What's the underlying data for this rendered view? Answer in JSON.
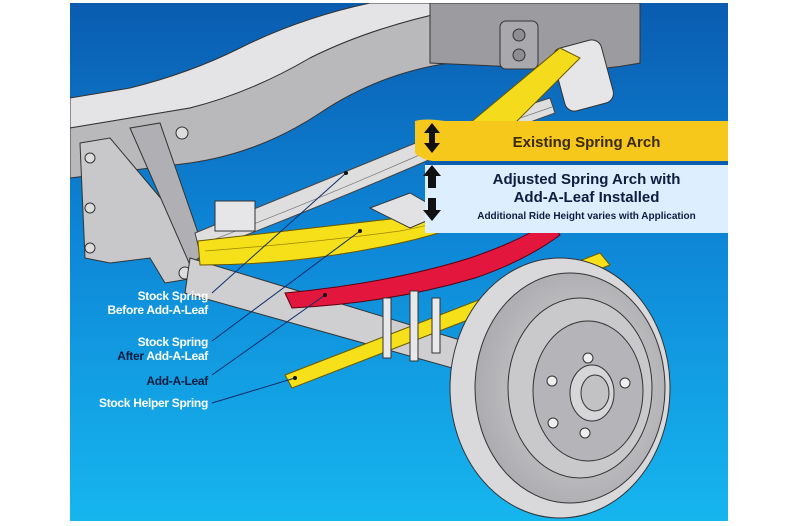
{
  "diagram": {
    "title": "Add-A-Leaf Spring Installation Diagram",
    "callouts": {
      "existing_arch": "Existing Spring Arch",
      "adjusted_arch_line1": "Adjusted Spring Arch with",
      "adjusted_arch_line2": "Add-A-Leaf Installed",
      "ride_height_note": "Additional Ride Height varies with Application"
    },
    "labels": [
      {
        "line1": "Stock Spring",
        "line2": "Before Add-A-Leaf"
      },
      {
        "line1": "Stock Spring",
        "line2_prefix": "After",
        "line2": "Add-A-Leaf"
      },
      {
        "line1": "Add-A-Leaf"
      },
      {
        "line1": "Stock Helper Spring"
      }
    ],
    "icons": [
      "up-down-arrow-icon",
      "up-arrow-icon",
      "down-arrow-icon"
    ],
    "colors": {
      "background_top": "#0a5fb4",
      "background_bottom": "#14b4ee",
      "frame_gray": "#c9c9cb",
      "spring_yellow": "#f6e01a",
      "add_a_leaf_red": "#e3173e",
      "callout_yellow": "#f7c81c",
      "callout_light": "#dcefff"
    }
  }
}
